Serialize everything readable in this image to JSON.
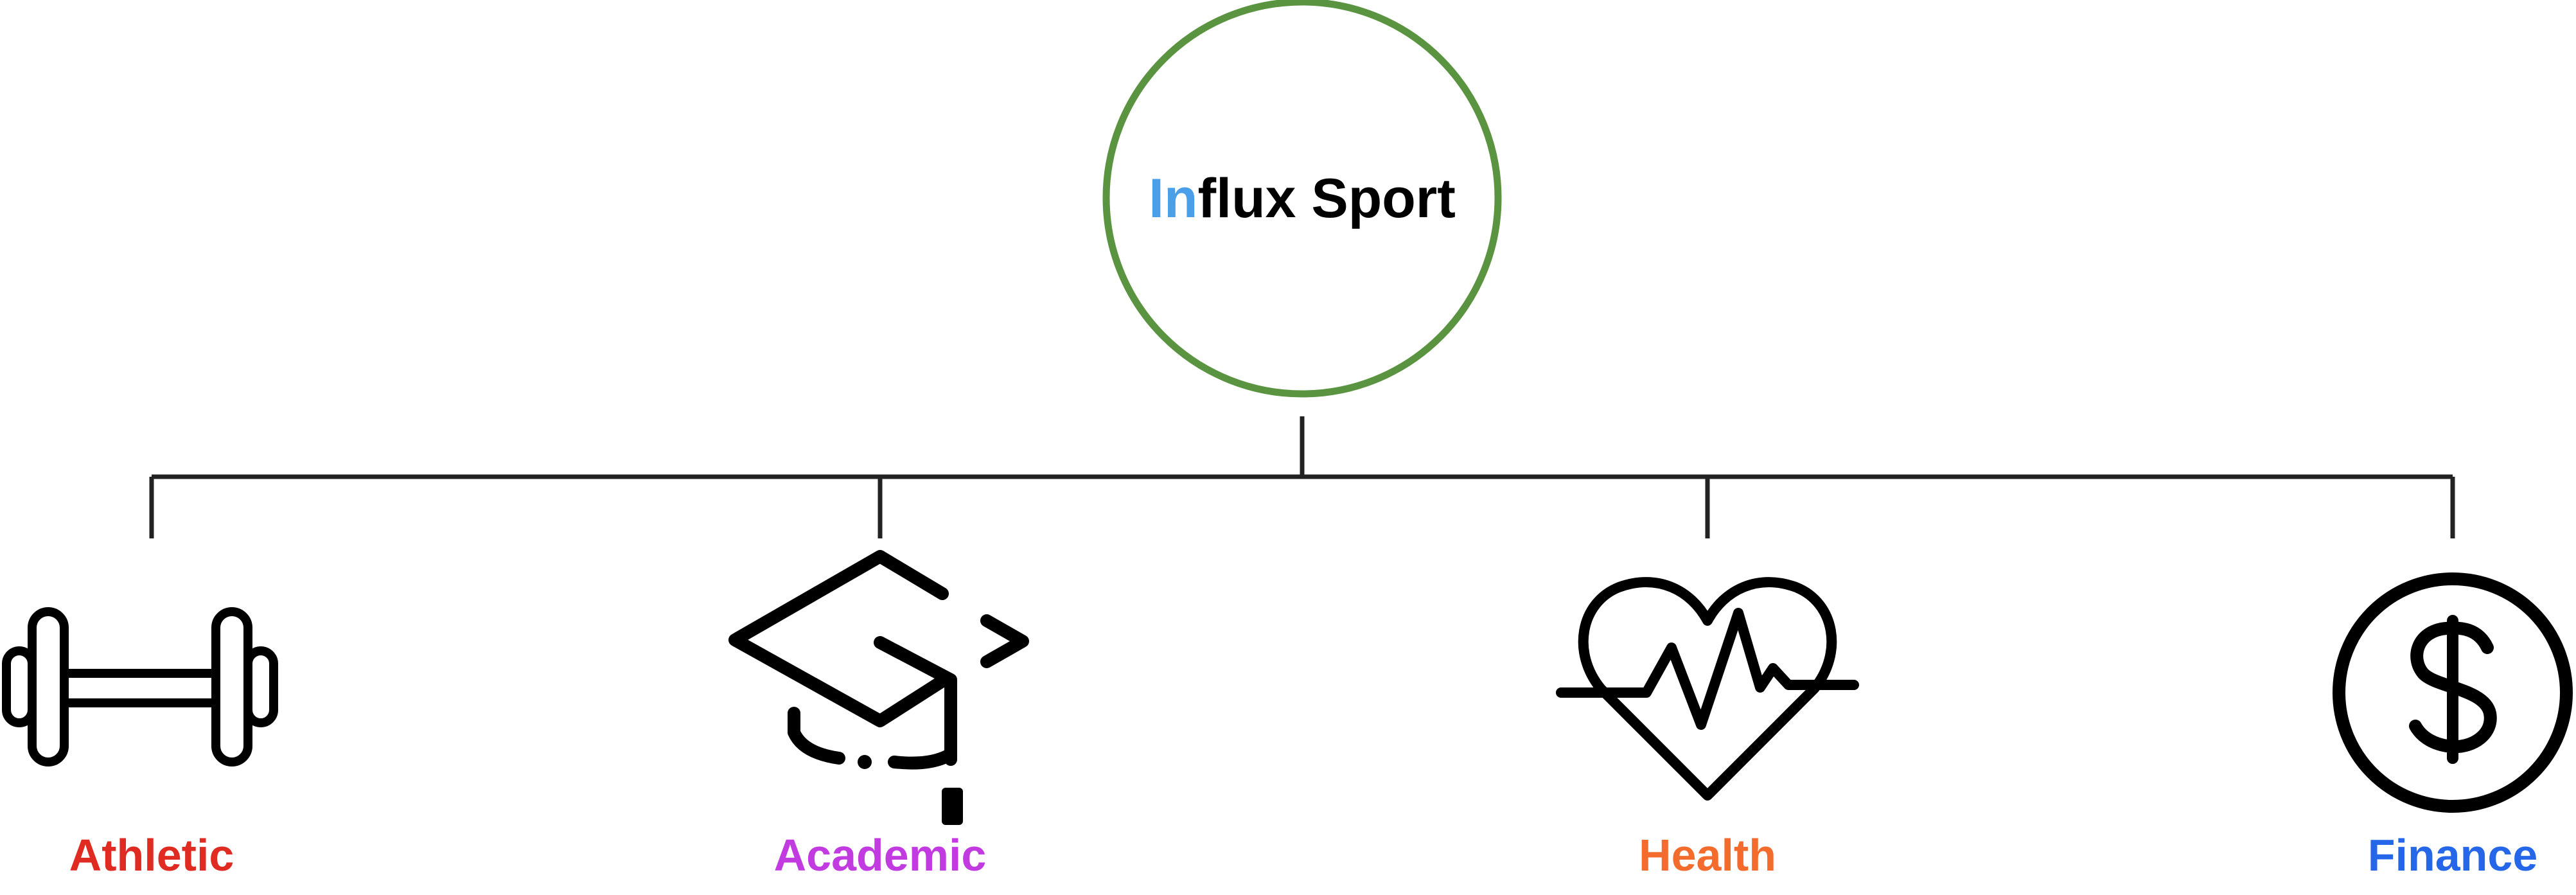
{
  "root": {
    "title_prefix": "In",
    "title_suffix": "flux Sport",
    "prefix_color": "#4a9fe8",
    "suffix_color": "#000000",
    "ring_color": "#5b9441"
  },
  "branches": [
    {
      "label": "Athletic",
      "icon": "dumbbell-icon",
      "color": "#e02b22"
    },
    {
      "label": "Academic",
      "icon": "graduation-cap-icon",
      "color": "#c23be0"
    },
    {
      "label": "Health",
      "icon": "heartbeat-icon",
      "color": "#f36c2e"
    },
    {
      "label": "Finance",
      "icon": "dollar-coin-icon",
      "color": "#2567e8"
    }
  ]
}
